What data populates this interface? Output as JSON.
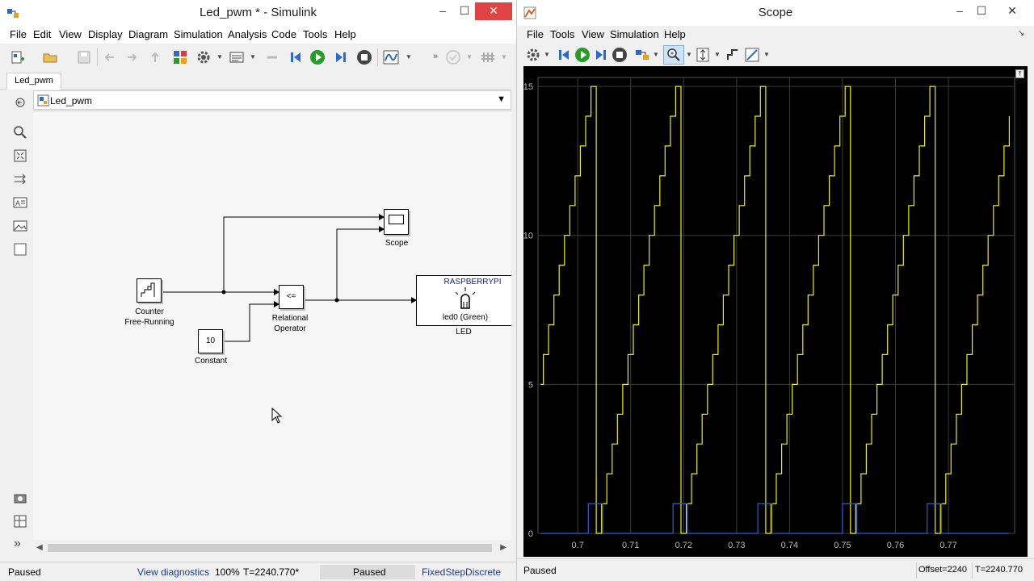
{
  "simulink": {
    "title": "Led_pwm * - Simulink",
    "menu": [
      "File",
      "Edit",
      "View",
      "Display",
      "Diagram",
      "Simulation",
      "Analysis",
      "Code",
      "Tools",
      "Help"
    ],
    "tab": "Led_pwm",
    "address": "Led_pwm",
    "blocks": {
      "counter": {
        "line1": "Counter",
        "line2": "Free-Running"
      },
      "constant": {
        "value": "10",
        "label": "Constant"
      },
      "relop": {
        "symbol": "<=",
        "line1": "Relational",
        "line2": "Operator"
      },
      "scope": {
        "label": "Scope"
      },
      "led": {
        "header": "RASPBERRYPI",
        "sub": "led0 (Green)",
        "label": "LED"
      }
    },
    "status": {
      "left": "Paused",
      "diagnostics": "View diagnostics",
      "zoom": "100%",
      "time": "T=2240.770*",
      "state": "Paused",
      "solver": "FixedStepDiscrete"
    }
  },
  "scope": {
    "title": "Scope",
    "menu": [
      "File",
      "Tools",
      "View",
      "Simulation",
      "Help"
    ],
    "status": {
      "left": "Paused",
      "offset": "Offset=2240",
      "time": "T=2240.770"
    }
  },
  "chart_data": {
    "type": "line",
    "xlim": [
      0.6925,
      0.7825
    ],
    "ylim": [
      0,
      15.3
    ],
    "xticks": [
      "0.7",
      "0.71",
      "0.72",
      "0.73",
      "0.74",
      "0.75",
      "0.76",
      "0.77"
    ],
    "yticks": [
      "0",
      "5",
      "10",
      "15"
    ],
    "grid": true,
    "series": [
      {
        "color": "#f0f000",
        "x_start": 0.693,
        "period": 0.016,
        "steps": 16,
        "phase": 0.0055
      },
      {
        "color": "#2a5fd0",
        "x_start": 0.693,
        "period": 0.016,
        "pulse_width": 0.0006
      }
    ]
  },
  "colors": {
    "plot_bg": "#000000",
    "grid": "#3c3c3c",
    "counter": "#f0f000",
    "compare": "#2a5fd0"
  }
}
